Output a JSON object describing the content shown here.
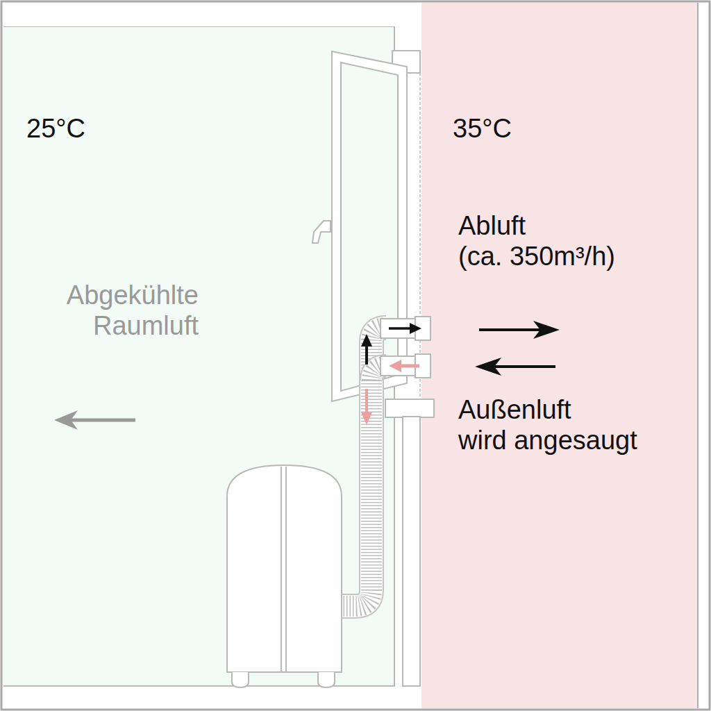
{
  "diagram": {
    "labels": [
      "25°C",
      "35°C",
      "Abluft (ca. 350m³/h)",
      "Abgekühlte Raumluft",
      "Außenluft wird angesaugt"
    ]
  }
}
